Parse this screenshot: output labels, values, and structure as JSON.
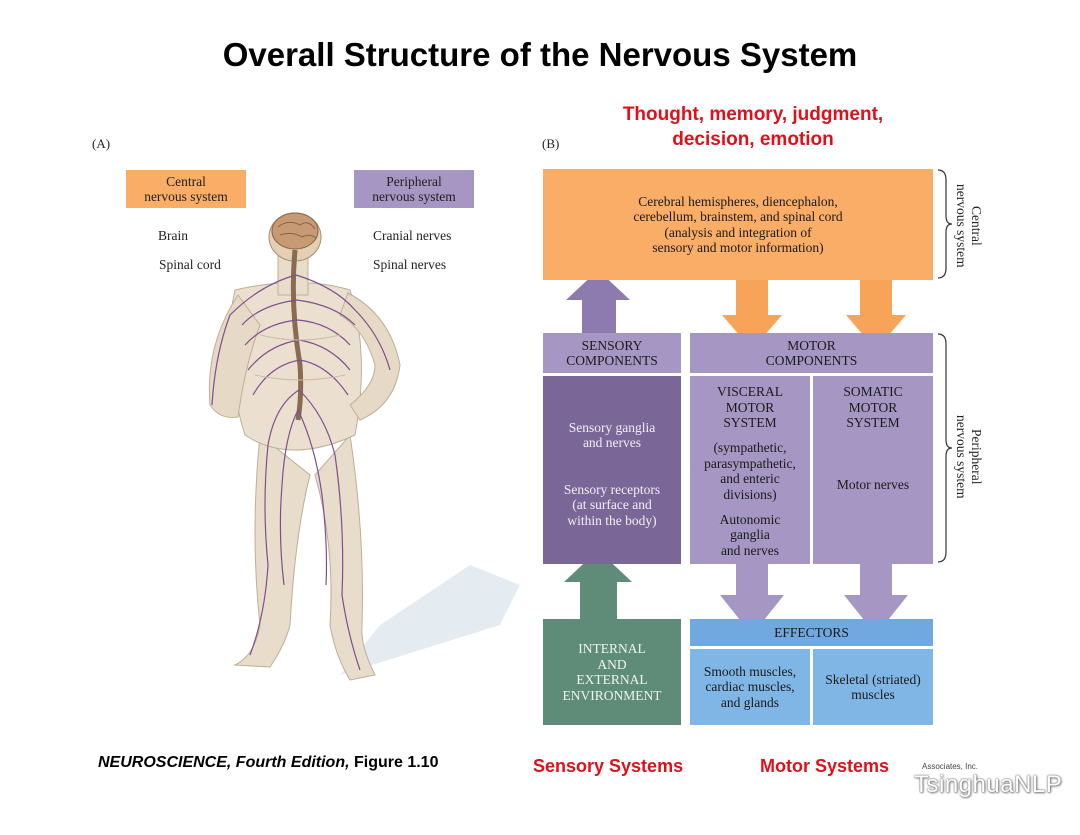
{
  "title": "Overall Structure of the Nervous System",
  "panel_a": {
    "letter": "(A)",
    "cns_label": "Central\nnervous system",
    "pns_label": "Peripheral\nnervous system",
    "labels": {
      "brain": "Brain",
      "spinal_cord": "Spinal cord",
      "cranial_nerves": "Cranial nerves",
      "spinal_nerves": "Spinal nerves"
    }
  },
  "panel_b": {
    "letter": "(B)",
    "top_note": "Thought, memory, judgment,\ndecision, emotion",
    "cns_box": "Cerebral hemispheres, diencephalon,\ncerebellum, brainstem, and spinal cord\n(analysis and integration of\nsensory and motor information)",
    "sensory_components": "SENSORY\nCOMPONENTS",
    "motor_components": "MOTOR\nCOMPONENTS",
    "sensory_ganglia": "Sensory ganglia\nand nerves",
    "sensory_receptors": "Sensory receptors\n(at surface and\nwithin the body)",
    "visceral_title": "VISCERAL\nMOTOR\nSYSTEM",
    "visceral_divisions": "(sympathetic,\nparasympathetic,\nand enteric\ndivisions)",
    "autonomic": "Autonomic\nganglia\nand nerves",
    "somatic_title": "SOMATIC\nMOTOR\nSYSTEM",
    "motor_nerves": "Motor nerves",
    "environment": "INTERNAL\nAND\nEXTERNAL\nENVIRONMENT",
    "effectors": "EFFECTORS",
    "smooth": "Smooth muscles,\ncardiac muscles,\nand glands",
    "skeletal": "Skeletal (striated)\nmuscles",
    "side_cns": "Central\nnervous system",
    "side_pns": "Peripheral\nnervous system"
  },
  "footer": {
    "book_italic": "NEUROSCIENCE, Fourth Edition,",
    "figure": "Figure 1.10",
    "sensory_systems": "Sensory Systems",
    "motor_systems": "Motor Systems",
    "credit": "Associates, Inc.",
    "watermark": "TsinghuaNLP"
  },
  "colors": {
    "orange": "#f9ad66",
    "lavender": "#a596c3",
    "dark_purple": "#7a6798",
    "green": "#5f8c78",
    "blue": "#6fa9df",
    "red_text": "#e0101a",
    "arrow_orange": "#f8a458",
    "arrow_purple": "#8d7bb0",
    "arrow_green": "#5f8c78"
  }
}
